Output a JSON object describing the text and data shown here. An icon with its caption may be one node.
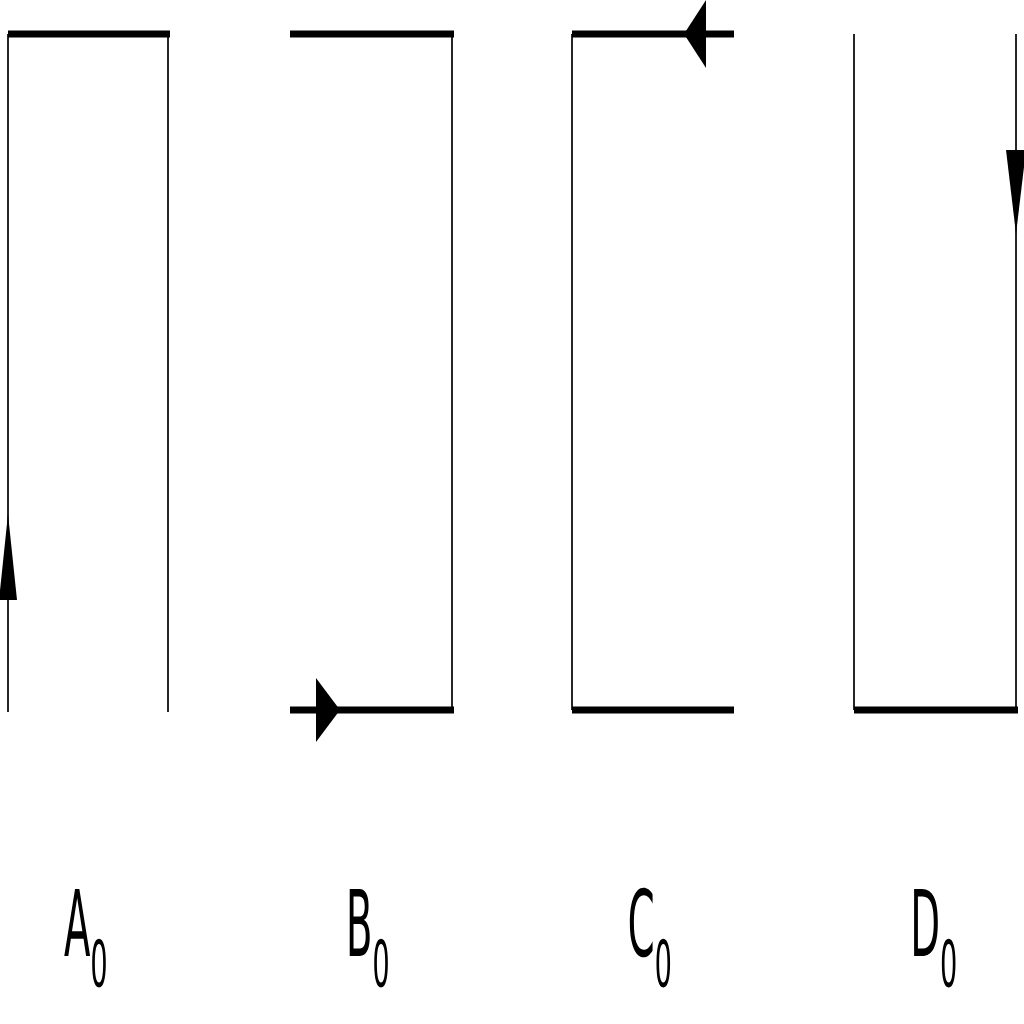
{
  "diagram": {
    "labels": [
      "A$_{0}$",
      "B$_{0}$",
      "C$_{0}$",
      "D$_{0}$"
    ]
  }
}
